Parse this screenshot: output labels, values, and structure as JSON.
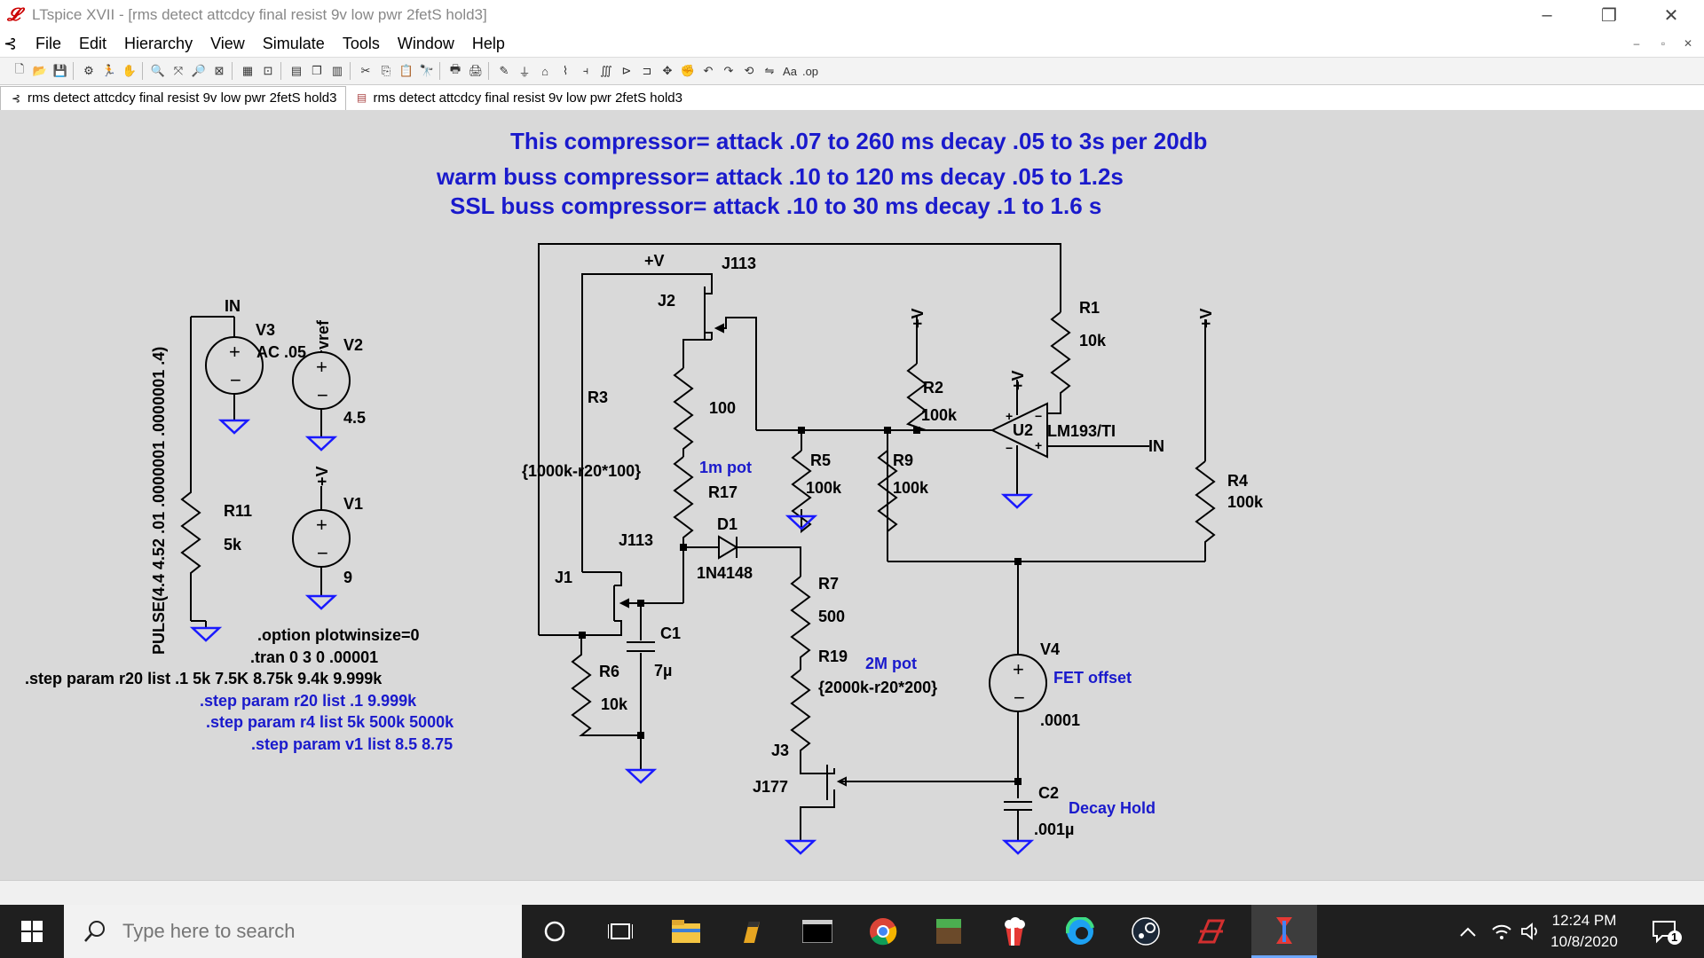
{
  "window": {
    "title": "LTspice XVII - [rms detect attcdcy final resist  9v low pwr  2fetS hold3]",
    "controls": {
      "minimize": "–",
      "restore": "❐",
      "close": "✕"
    }
  },
  "menu": {
    "items": [
      "File",
      "Edit",
      "Hierarchy",
      "View",
      "Simulate",
      "Tools",
      "Window",
      "Help"
    ]
  },
  "tabs": [
    {
      "label": "rms detect attcdcy final resist  9v low pwr  2fetS hold3",
      "icon": "schematic-icon"
    },
    {
      "label": "rms detect attcdcy final resist  9v low pwr  2fetS hold3",
      "icon": "waveform-icon"
    }
  ],
  "schematic": {
    "headings": {
      "line1": "This compressor=  attack  .07 to 260 ms   decay   .05  to 3s  per 20db",
      "line2": "warm buss compressor=  attack  .10 to 120 ms   decay   .05  to 1.2s",
      "line3": "SSL buss compressor=  attack  .10 to  30 ms   decay   .1 to 1.6 s"
    },
    "labels": {
      "in_top": "IN",
      "v3": "V3",
      "v3_val": "AC .05",
      "vref": "vref",
      "v2": "V2",
      "v2_val": "4.5",
      "pulse": "PULSE(4.4 4.52 .01 .0000001 .0000001 .4)",
      "v1_plus": "+V",
      "v1": "V1",
      "v1_val": "9",
      "r11": "R11",
      "r11_val": "5k",
      "plusv_top": "+V",
      "j113_top": "J113",
      "j2": "J2",
      "r3": "R3",
      "r3_val": "{1000k-r20*100}",
      "r100": "100",
      "pot1m": "1m pot",
      "r17": "R17",
      "d1": "D1",
      "d1_val": "1N4148",
      "j113_mid": "J113",
      "j1": "J1",
      "c1": "C1",
      "c1_val": "7µ",
      "r6": "R6",
      "r6_val": "10k",
      "r7": "R7",
      "r7_val": "500",
      "r19": "R19",
      "pot2m": "2M pot",
      "r19_val": "{2000k-r20*200}",
      "j3": "J3",
      "j177": "J177",
      "r5": "R5",
      "r5_val": "100k",
      "r9": "R9",
      "r9_val": "100k",
      "r2": "R2",
      "r2_val": "100k",
      "r2_plus": "+V",
      "r1": "R1",
      "r1_val": "10k",
      "u2": "U2",
      "u2_part": "LM193/TI",
      "u2_plus": "+V",
      "in_right": "IN",
      "r4_plus": "+V",
      "r4": "R4",
      "r4_val": "100k",
      "v4": "V4",
      "v4_desc": "FET offset",
      "v4_val": ".0001",
      "c2": "C2",
      "c2_desc": "Decay Hold",
      "c2_val": ".001µ"
    },
    "directives": {
      "d1": ".option plotwinsize=0",
      "d2": ".tran 0 3 0 .00001",
      "d3": ".step param r20 list .1  5k 7.5K  8.75k  9.4k  9.999k",
      "d4": ".step param r20 list .1  9.999k",
      "d5": ".step param r4 list  5k 500k 5000k",
      "d6": ".step param v1 list  8.5 8.75"
    }
  },
  "taskbar": {
    "search_placeholder": "Type here to search",
    "time": "12:24 PM",
    "date": "10/8/2020",
    "notification_count": "1"
  },
  "colors": {
    "canvas": "#d9d9d9",
    "wire": "#000000",
    "ground": "#1a1aff",
    "comment": "#1a1acc"
  }
}
